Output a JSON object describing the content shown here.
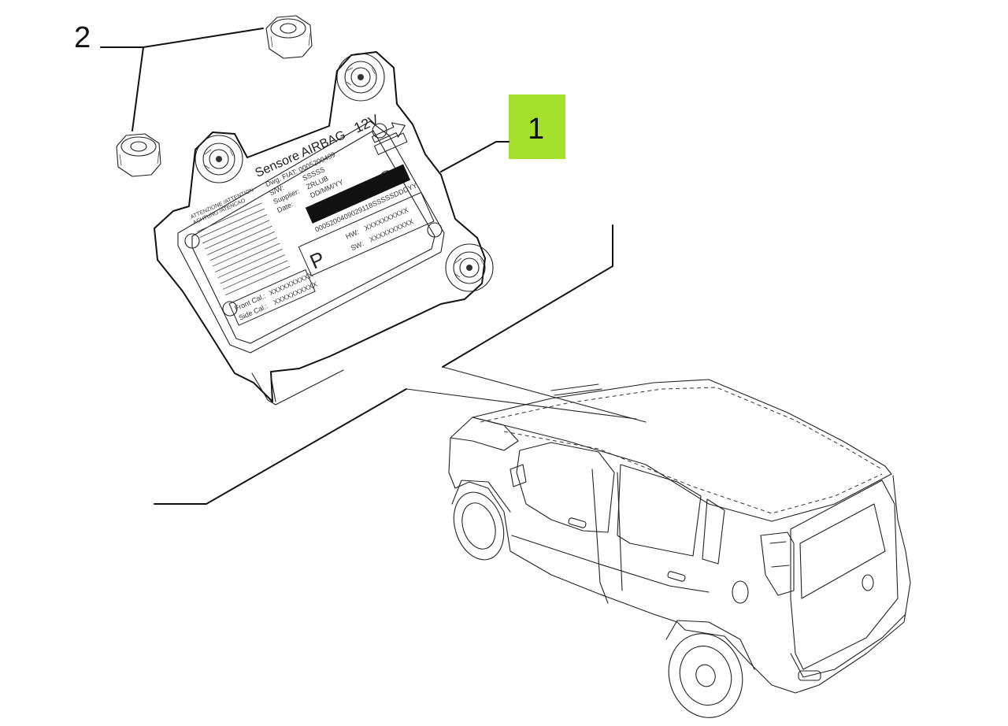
{
  "callouts": [
    {
      "number": "1",
      "highlight_color": "#a4e02c"
    },
    {
      "number": "2"
    }
  ],
  "ecu_label": {
    "brand": "Sensore AIRBAG",
    "voltage": "12V",
    "dwg_key": "Dwg. FIAT:",
    "dwg_val": "0005200409",
    "sw_key": "S/W:",
    "sw_val": "SSSSS",
    "supplier_key": "Supplier:",
    "supplier_val": "ZRLUB",
    "date_key": "Date:",
    "date_val": "DD/MM/YY",
    "barcode_number": "0005200409029118SSSSSDDDYY",
    "hw_label": "HW:",
    "hw_val": "XXXXXXXXXX",
    "sw2_label": "SW:",
    "sw2_val": "XXXXXXXXXX",
    "p_mark": "P",
    "front_cal": "Front Cal.:",
    "front_cal_val": "XXXXXXXXXX",
    "side_cal": "Side Cal.:",
    "side_cal_val": "XXXXXXXXXX",
    "warning_head_1": "ATTENZIONE /ATTENTION",
    "warning_head_2": "ACHTUNG /ATENCAO"
  },
  "colors": {
    "line": "#111111",
    "callout_1_fill": "#a4e02c",
    "background": "#ffffff"
  }
}
